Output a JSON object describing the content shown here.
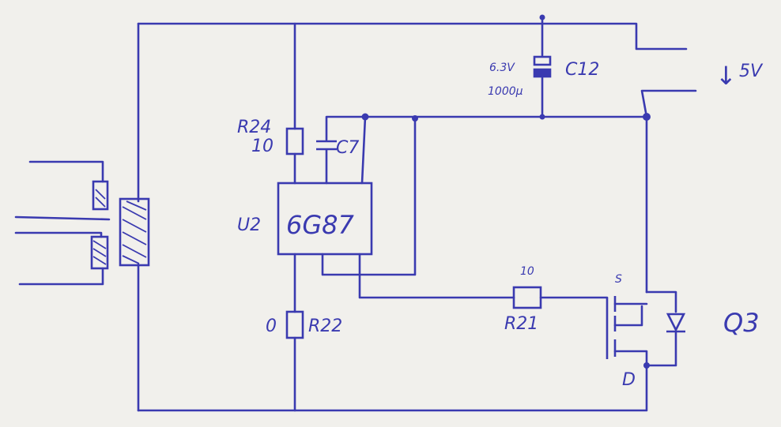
{
  "labels": {
    "r24_name": "R24",
    "r24_value": "10",
    "c7_name": "C7",
    "c12_voltage": "6.3V",
    "c12_capacitance": "1000μ",
    "c12_name": "C12",
    "supply_arrow": "↓",
    "supply_voltage": "5V",
    "u2_name": "U2",
    "u2_part": "6G87",
    "r22_value": "0",
    "r22_name": "R22",
    "r21_value": "10",
    "r21_name": "R21",
    "q3_source": "S",
    "q3_drain": "D",
    "q3_name": "Q3"
  },
  "colors": {
    "ink": "#3a3ab0",
    "paper": "#f1f0ec"
  }
}
